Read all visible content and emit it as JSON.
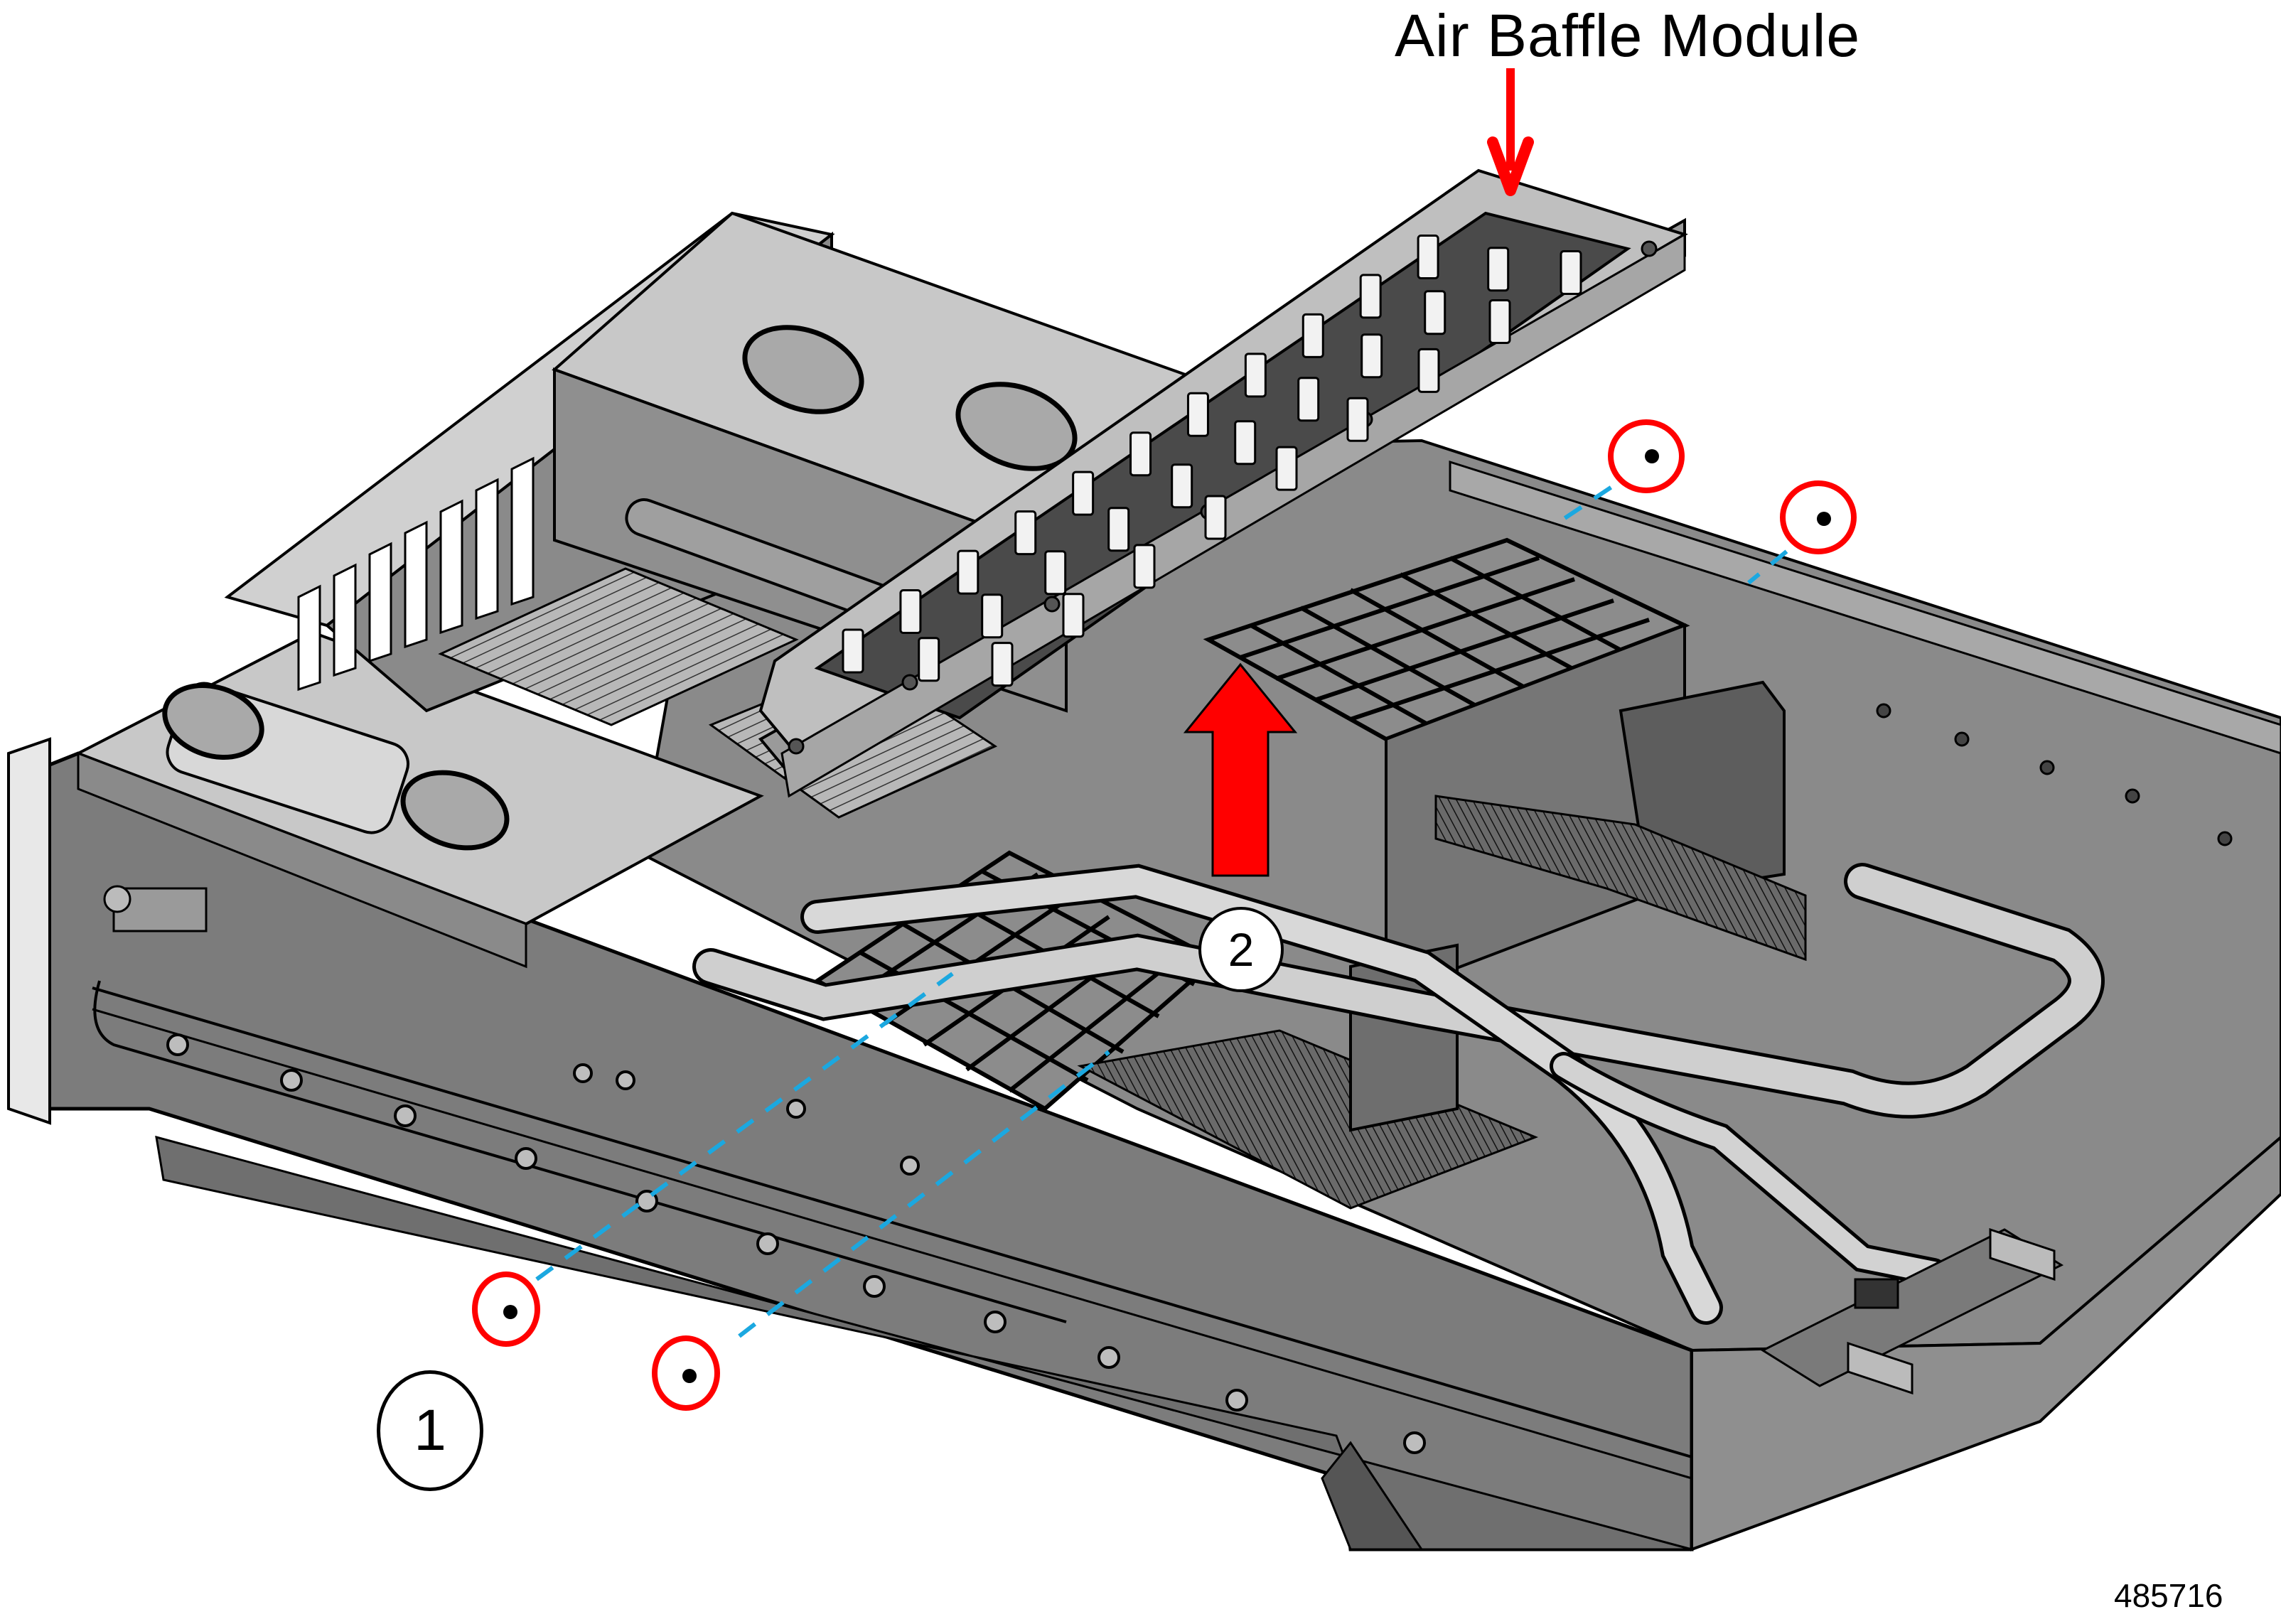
{
  "figure": {
    "title": "Air Baffle Module",
    "figure_id": "485716",
    "description": "Removing the air baffle module from the server chassis: remove four screws, then lift the module upward"
  },
  "callouts": [
    {
      "number": "1",
      "meaning": "Remove screws (4 circled)"
    },
    {
      "number": "2",
      "meaning": "Lift air baffle module up"
    }
  ],
  "screws": {
    "count": 4,
    "highlight_color": "#ff0000",
    "guide_line_color": "#1ba8e0"
  },
  "arrows": {
    "label_pointer_color": "#ff0000",
    "lift_arrow_color": "#ff0000"
  },
  "components": [
    "chassis",
    "air-baffle-module",
    "pcie-riser-cage",
    "drive-cage",
    "heatsink-grid",
    "memory-dimms",
    "cooling-tubes",
    "power-supply-bay"
  ]
}
